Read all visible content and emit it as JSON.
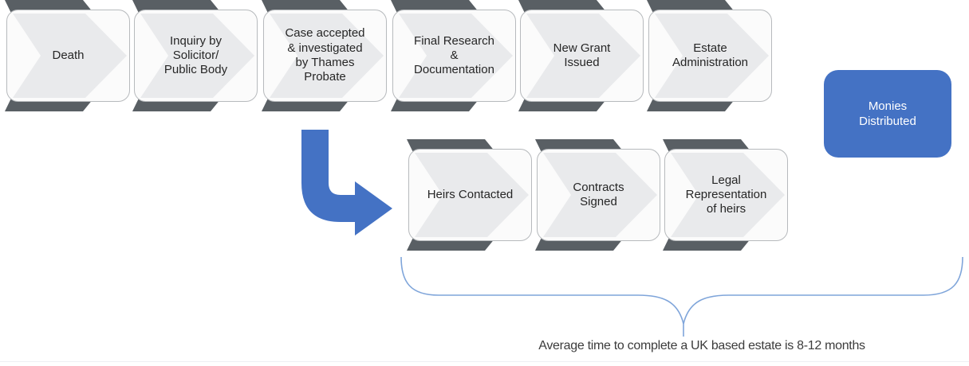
{
  "colors": {
    "dark": "#595f64",
    "light": "#e9eaec",
    "boxfill": "#fbfbfb",
    "boxborder": "#b7babd",
    "blue": "#4472c4",
    "brace": "#7fa5da",
    "text": "#262626",
    "anntext": "#3c3c3c"
  },
  "flow": {
    "row1": [
      {
        "label": "Death"
      },
      {
        "label": "Inquiry by\nSolicitor/\nPublic Body"
      },
      {
        "label": "Case accepted\n& investigated\nby Thames\nProbate"
      },
      {
        "label": "Final Research\n&\nDocumentation"
      },
      {
        "label": "New Grant\nIssued"
      },
      {
        "label": "Estate\nAdministration"
      }
    ],
    "row2": [
      {
        "label": "Heirs Contacted"
      },
      {
        "label": "Contracts\nSigned"
      },
      {
        "label": "Legal\nRepresentation\nof heirs"
      }
    ],
    "end": {
      "label": "Monies\nDistributed"
    }
  },
  "annotation": {
    "text": "Average time to complete a UK based estate is 8-12 months"
  }
}
